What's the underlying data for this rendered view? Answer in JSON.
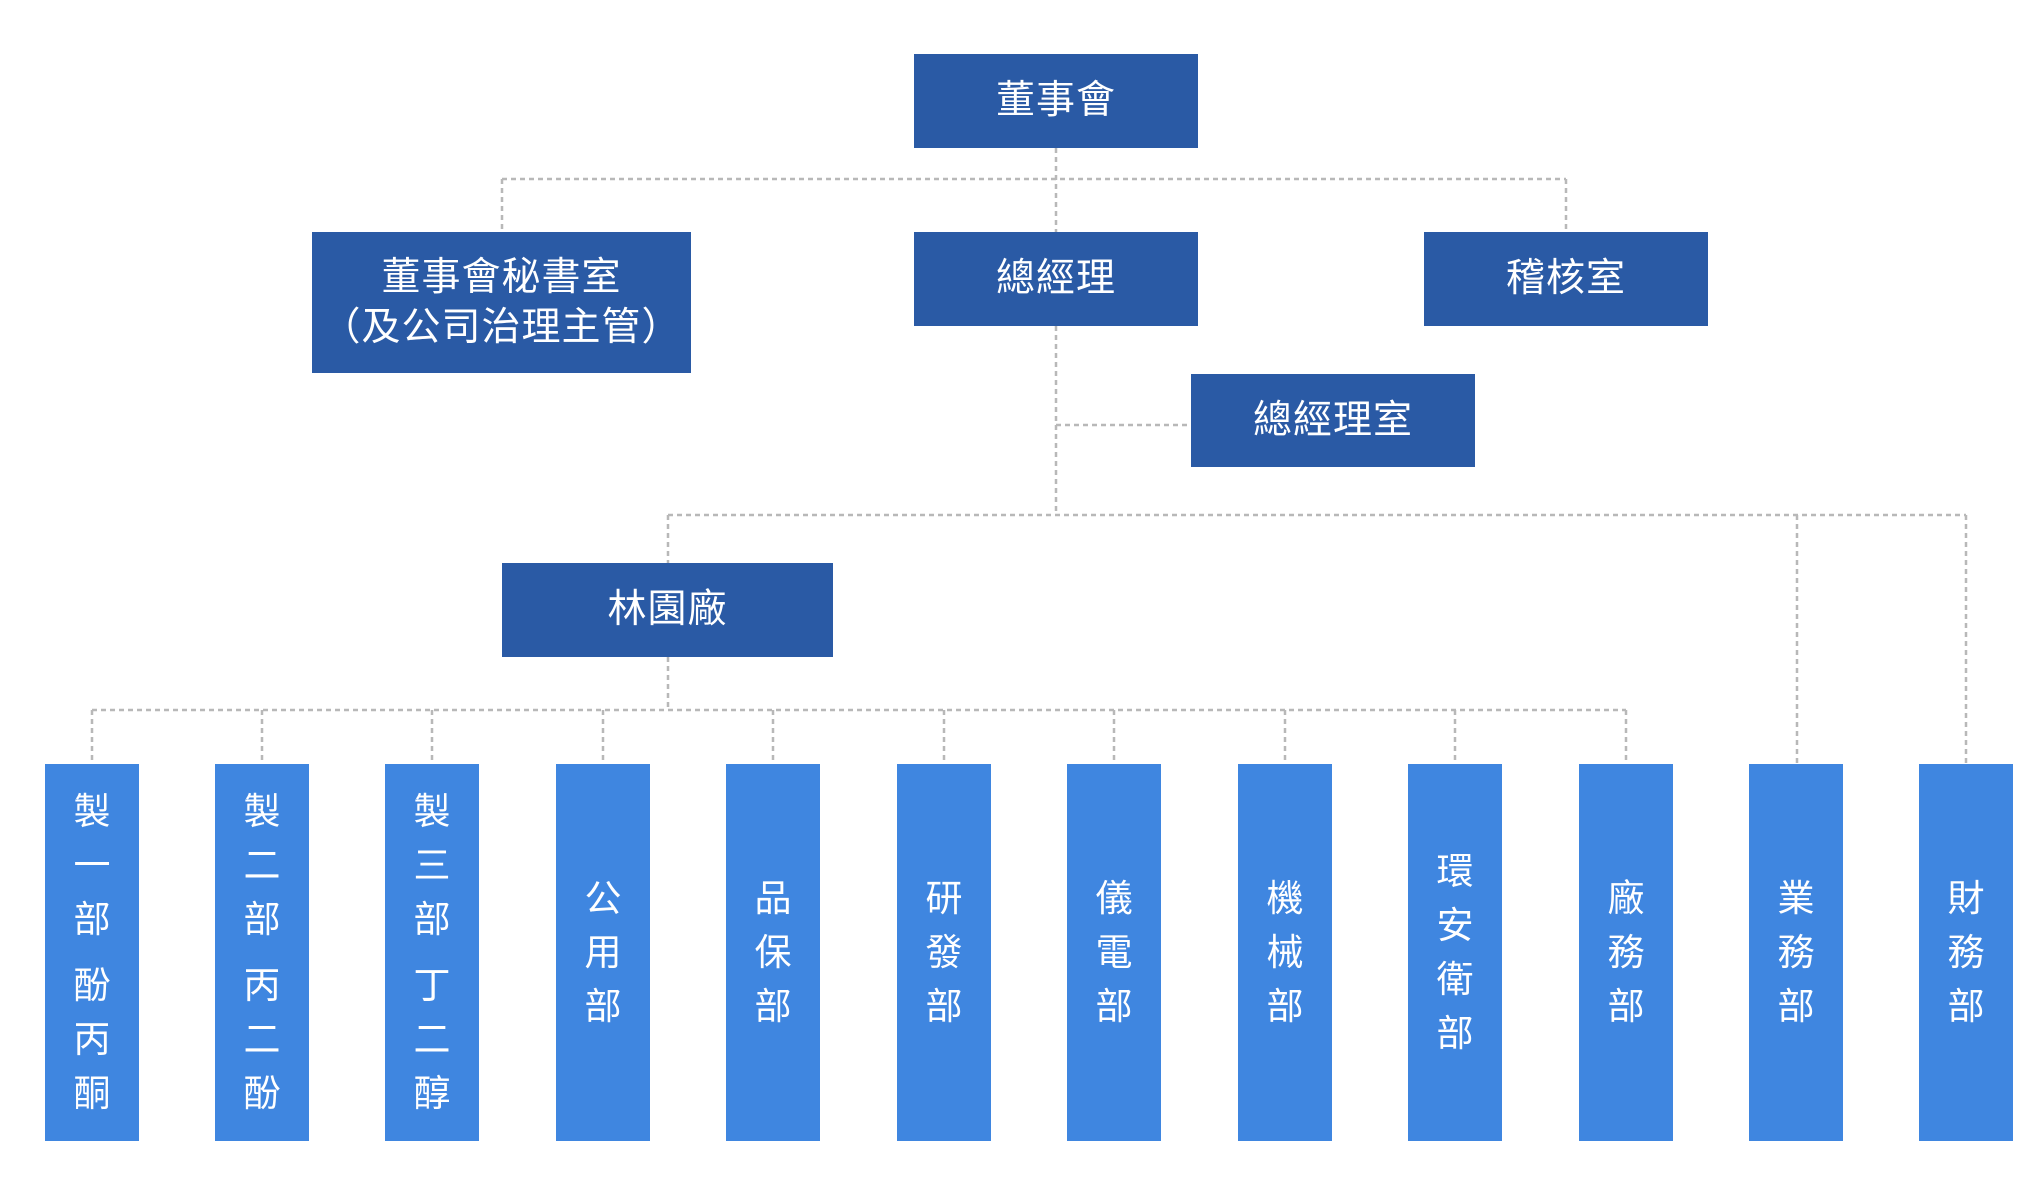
{
  "nodes": {
    "board": {
      "label": "董事會",
      "color": "#2a5aa5"
    },
    "board_secretariat": {
      "line1": "董事會秘書室",
      "line2": "（及公司治理主管）",
      "color": "#2a5aa5"
    },
    "general_manager": {
      "label": "總經理",
      "color": "#2a5aa5"
    },
    "audit_office": {
      "label": "稽核室",
      "color": "#2a5aa5"
    },
    "gm_office": {
      "label": "總經理室",
      "color": "#2a5aa5"
    },
    "linyuan_plant": {
      "label": "林園廠",
      "color": "#2a5aa5"
    }
  },
  "departments": [
    {
      "name": "製一部",
      "note": "酚丙酮"
    },
    {
      "name": "製二部",
      "note": "丙二酚"
    },
    {
      "name": "製三部",
      "note": "丁二醇"
    },
    {
      "name": "公用部",
      "note": ""
    },
    {
      "name": "品保部",
      "note": ""
    },
    {
      "name": "研發部",
      "note": ""
    },
    {
      "name": "儀電部",
      "note": ""
    },
    {
      "name": "機械部",
      "note": ""
    },
    {
      "name": "環安衛部",
      "note": ""
    },
    {
      "name": "廠務部",
      "note": ""
    },
    {
      "name": "業務部",
      "note": ""
    },
    {
      "name": "財務部",
      "note": ""
    }
  ],
  "colors": {
    "top_box": "#2a5aa5",
    "dept_box": "#3f86e0",
    "connector": "#b8b8b8",
    "text": "#ffffff"
  }
}
